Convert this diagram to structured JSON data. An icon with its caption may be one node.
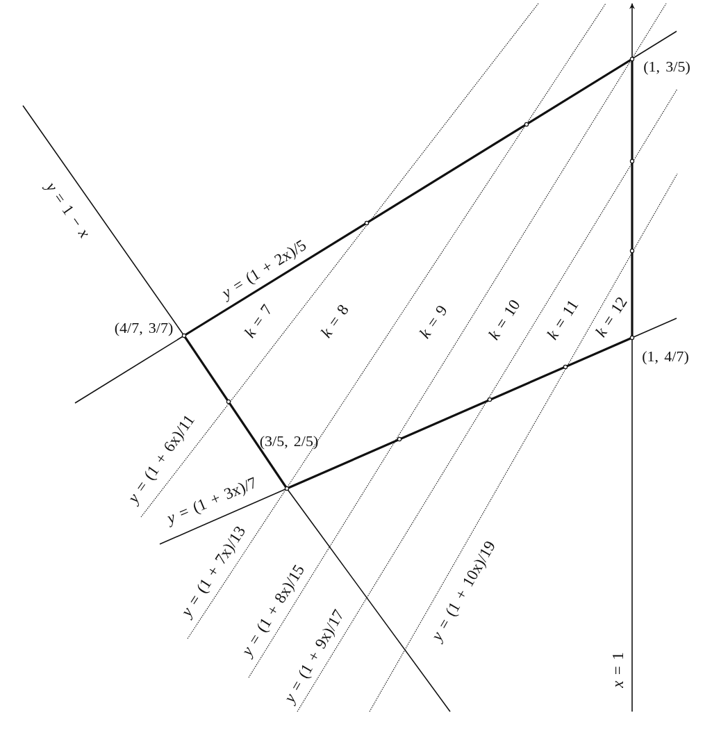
{
  "diagram": {
    "labels": [
      "(1, 3/5)",
      "*y* = 1 − *x*",
      "*y* = (1 + 2x)/5",
      "*k* = 7",
      "*k* = 8",
      "*k* = 9",
      "*k* = 10",
      "*k* = 11",
      "*k* = 12",
      "(4/7, 3/7)",
      "(1, 4/7)",
      "(3/5, 2/5)",
      "*y* = (1 + 6x)/11",
      "*y* = (1 + 3x)/7",
      "*y* = (1 + 7x)/13",
      "*y* = (1 + 8x)/15",
      "*y* = (1 + 10x)/19",
      "*y* = (1 + 9x)/17",
      "*x* = 1"
    ]
  }
}
